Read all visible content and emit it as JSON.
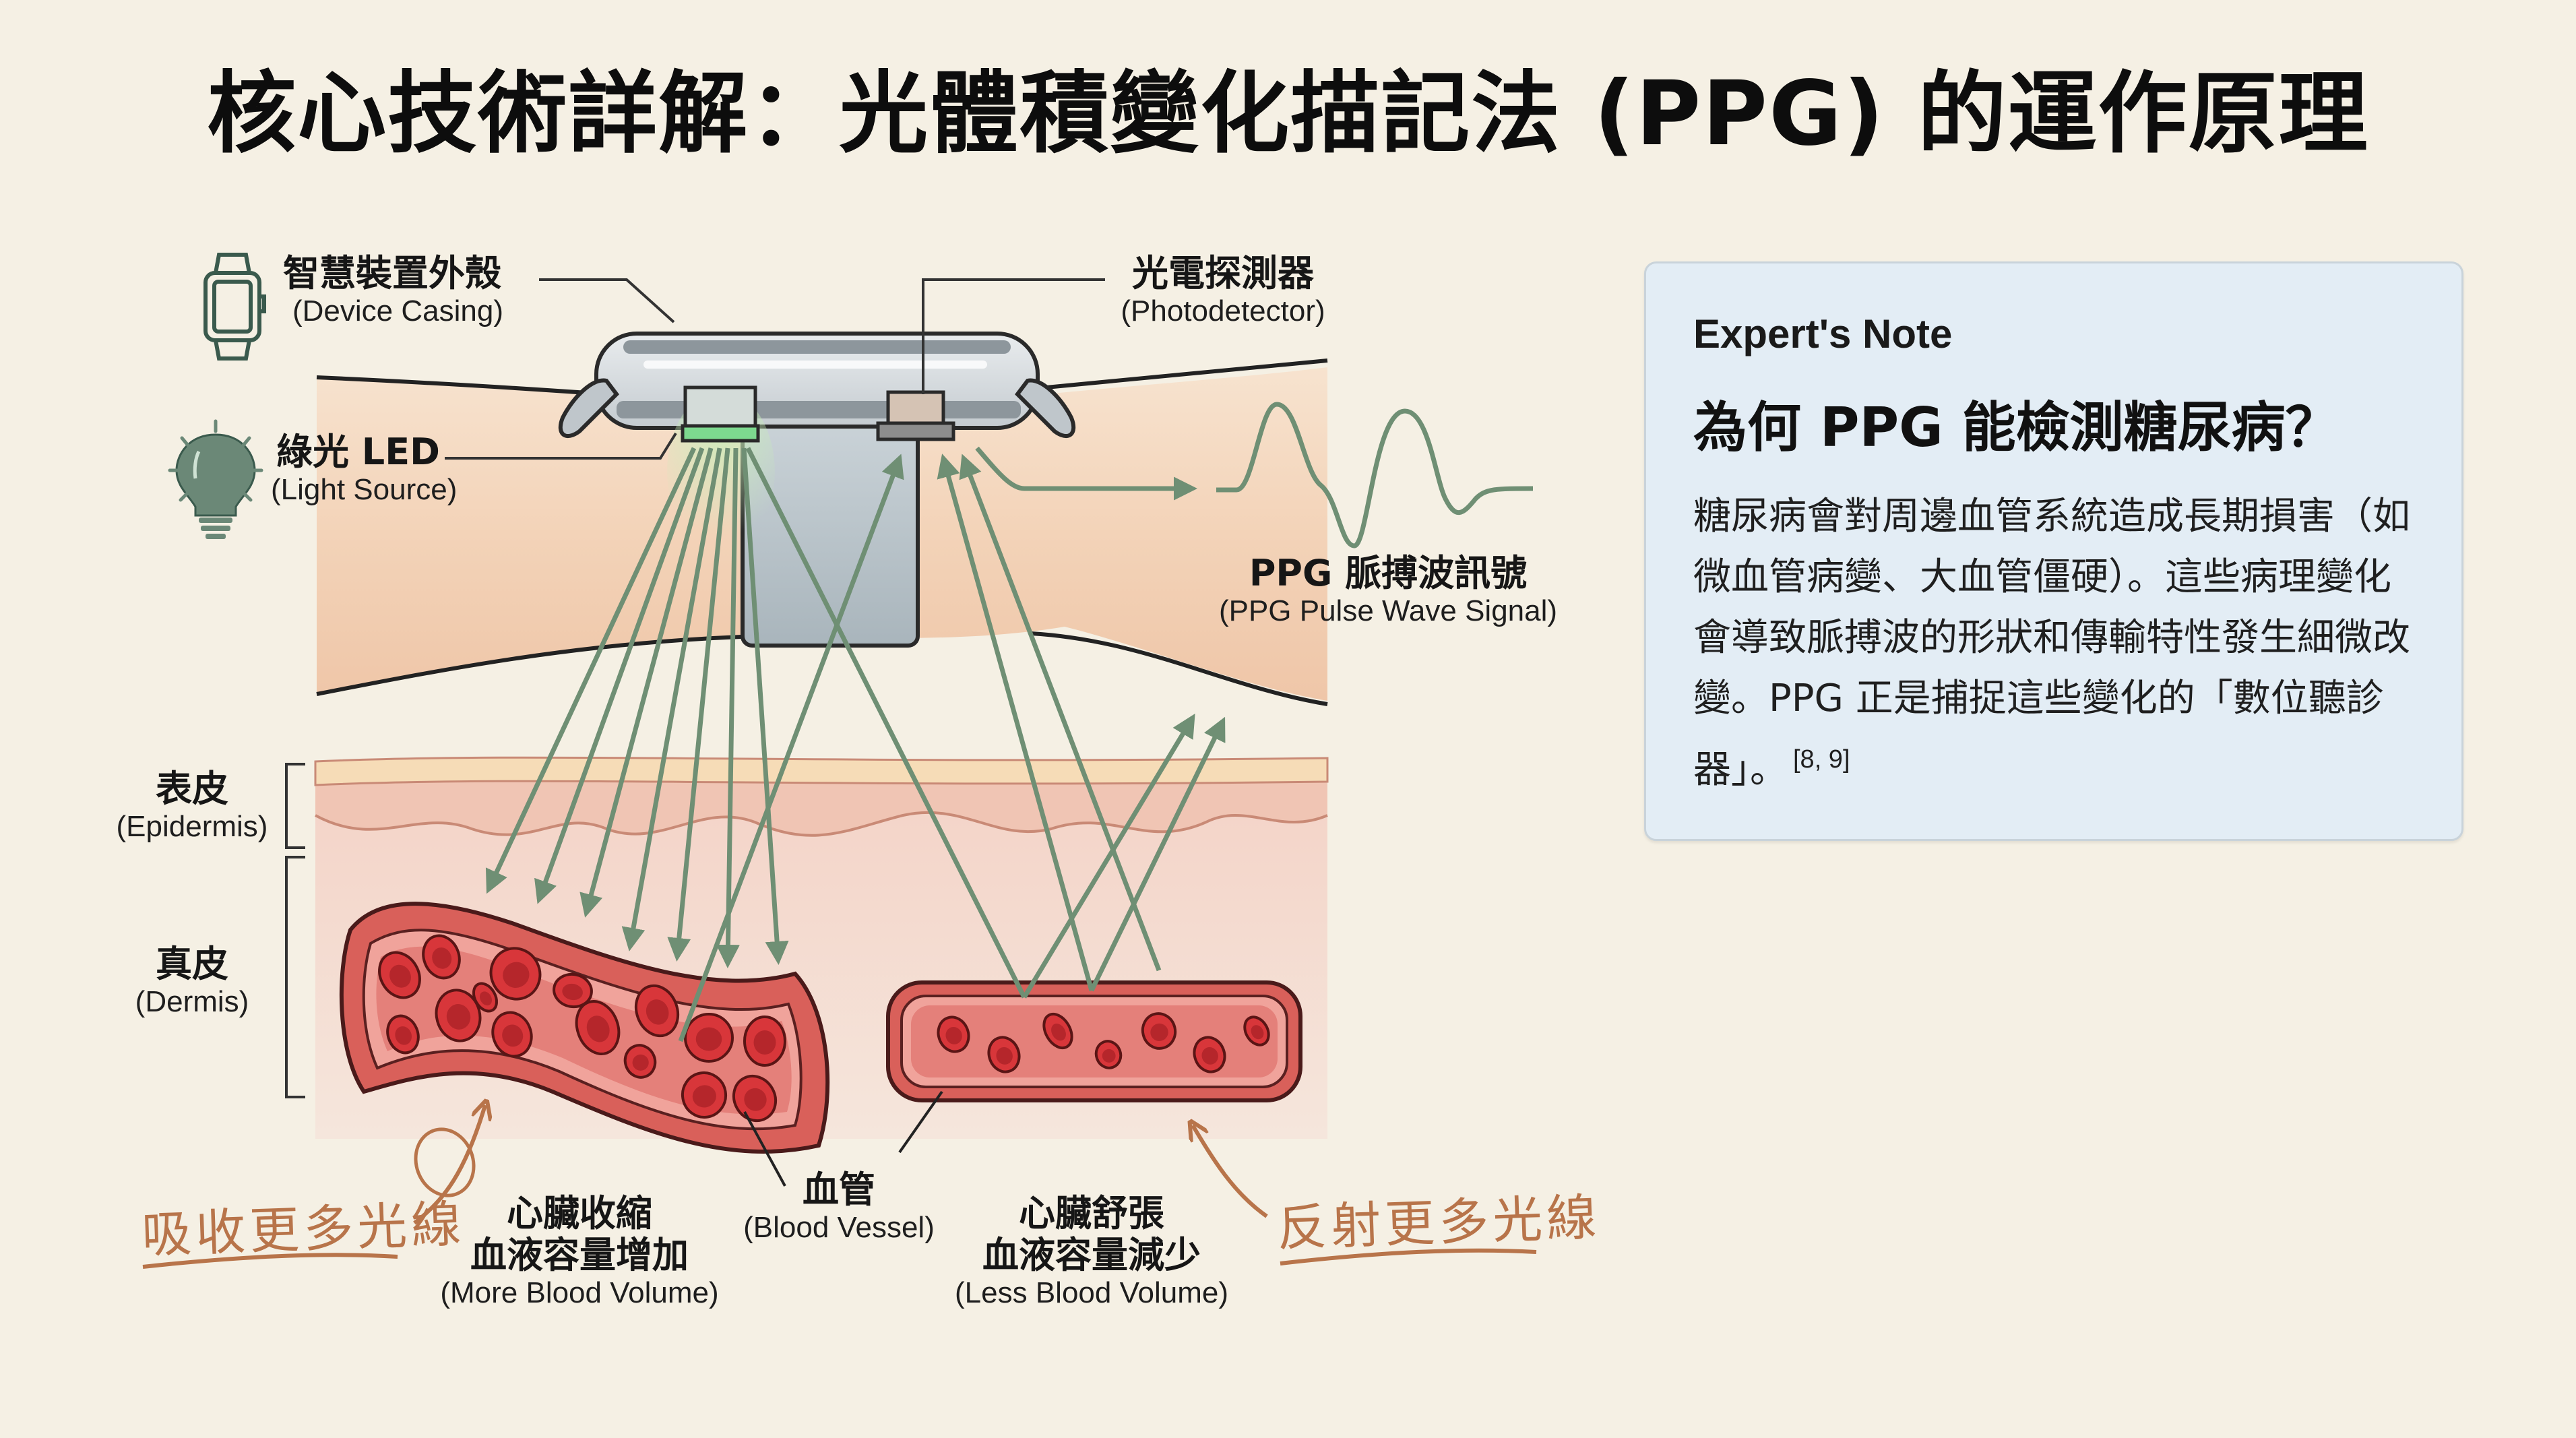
{
  "title": "核心技術詳解：光體積變化描記法 (PPG) 的運作原理",
  "labels": {
    "device_casing": {
      "zh": "智慧裝置外殼",
      "en": "(Device Casing)",
      "icon": "smartwatch-icon"
    },
    "green_led": {
      "zh": "綠光 LED",
      "en": "(Light Source)",
      "icon": "lightbulb-icon"
    },
    "photodetector": {
      "zh": "光電探測器",
      "en": "(Photodetector)"
    },
    "ppg_signal": {
      "zh": "PPG 脈搏波訊號",
      "en": "(PPG Pulse Wave Signal)"
    },
    "epidermis": {
      "zh": "表皮",
      "en": "(Epidermis)"
    },
    "dermis": {
      "zh": "真皮",
      "en": "(Dermis)"
    },
    "blood_vessel": {
      "zh": "血管",
      "en": "(Blood Vessel)"
    },
    "systole": {
      "zh1": "心臟收縮",
      "zh2": "血液容量增加",
      "en": "(More Blood Volume)"
    },
    "diastole": {
      "zh1": "心臟舒張",
      "zh2": "血液容量減少",
      "en": "(Less Blood Volume)"
    }
  },
  "annotations": {
    "absorb": "吸收更多光線",
    "reflect": "反射更多光線"
  },
  "expert_note": {
    "kicker": "Expert's Note",
    "heading": "為何 PPG 能檢測糖尿病？",
    "body": "糖尿病會對周邊血管系統造成長期損害（如微血管病變、大血管僵硬）。這些病理變化會導致脈搏波的形狀和傳輸特性發生細微改變。PPG 正是捕捉這些變化的「數位聽診器」。",
    "citation": "[8, 9]"
  },
  "colors": {
    "background": "#f5f0e4",
    "light_ray": "#6f8f74",
    "led_green": "#7dd98f",
    "skin_outer": "#f3d6bd",
    "epidermis": "#f2c9b6",
    "dermis": "#f6dcd0",
    "vessel": "#d9605a",
    "rbc": "#d8363a",
    "handwriting": "#b8744a",
    "note_bg": "#e3edf5"
  }
}
